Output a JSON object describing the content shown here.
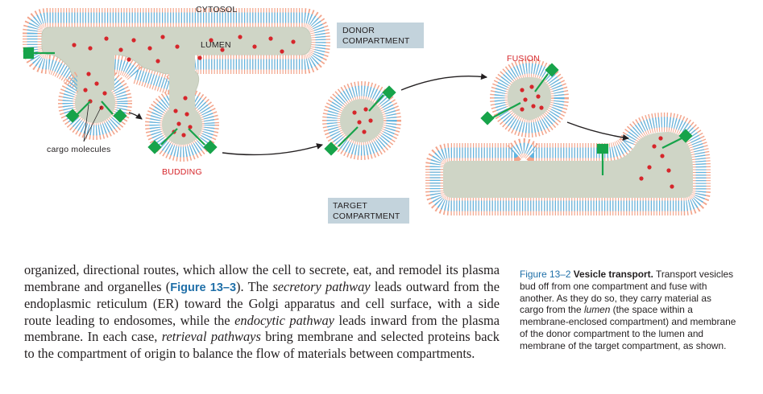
{
  "figure": {
    "labels": {
      "cytosol": "CYTOSOL",
      "lumen": "LUMEN",
      "donor_line1": "DONOR",
      "donor_line2": "COMPARTMENT",
      "target_line1": "TARGET",
      "target_line2": "COMPARTMENT",
      "cargo": "cargo molecules",
      "budding": "BUDDING",
      "fusion": "FUSION"
    },
    "colors": {
      "lumen": "#cfd5c6",
      "membrane_inner": "#5eb6e4",
      "membrane_outer": "#f3a58c",
      "cargo": "#d6262b",
      "receptor": "#17a34a",
      "label_red": "#d6262b",
      "label_box": "#c3d3dc"
    }
  },
  "body": {
    "t1": "organized, directional routes, which allow the cell to secrete, eat, and remodel its plasma membrane and organelles (",
    "xref": "Figure 13–3",
    "t2": "). The ",
    "secretory": "secretory pathway",
    "t3": " leads outward from the endoplasmic reticulum (ER) toward the Golgi apparatus and cell surface, with a side route leading to endosomes, while the ",
    "endocytic": "endocytic pathway",
    "t4": " leads inward from the plasma membrane. In each case, ",
    "retrieval": "retrieval pathways",
    "t5": " bring membrane and selected proteins back to the compartment of origin to balance the flow of materials between compartments."
  },
  "caption": {
    "number": "Figure 13–2",
    "title": "Vesicle transport.",
    "t1": " Transport vesicles bud off from one compartment and fuse with another. As they do so, they carry material as cargo from the ",
    "lumen_word": "lumen",
    "t2": " (the space within a membrane-enclosed compartment) and membrane of the donor compartment to the lumen and membrane of the target compartment, as shown."
  }
}
